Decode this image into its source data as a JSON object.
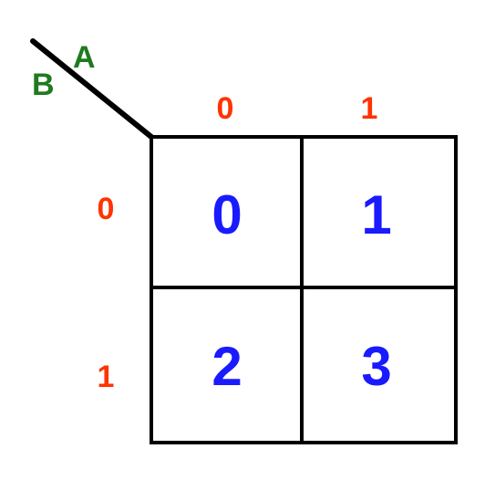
{
  "variables": {
    "column_var": "A",
    "row_var": "B",
    "color": "#1f7a1f"
  },
  "column_headers": [
    "0",
    "1"
  ],
  "row_headers": [
    "0",
    "1"
  ],
  "header_color": "#ff3300",
  "cells": [
    [
      "0",
      "1"
    ],
    [
      "2",
      "3"
    ]
  ],
  "cell_color": "#1a1aff",
  "line_color": "#000000"
}
